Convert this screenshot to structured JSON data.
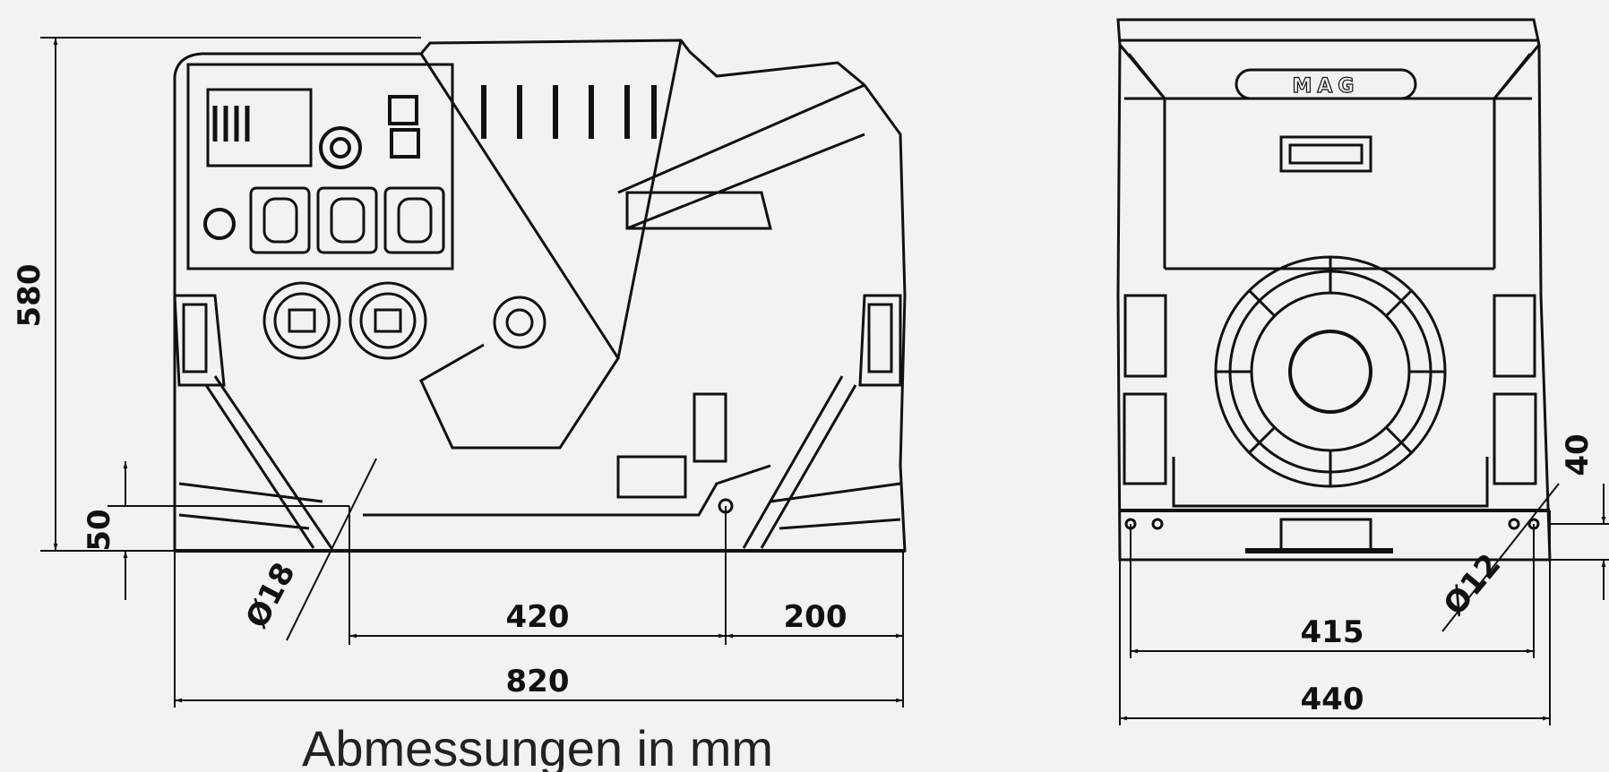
{
  "caption": "Abmessungen in mm",
  "side_view": {
    "height": "580",
    "foot_height": "50",
    "hole_diameter": "Ø18",
    "hole_spacing": "420",
    "rear_offset": "200",
    "total_length": "820"
  },
  "front_view": {
    "brand": "MAG",
    "foot_height": "40",
    "hole_diameter": "Ø12",
    "hole_spacing": "415",
    "total_width": "440"
  }
}
